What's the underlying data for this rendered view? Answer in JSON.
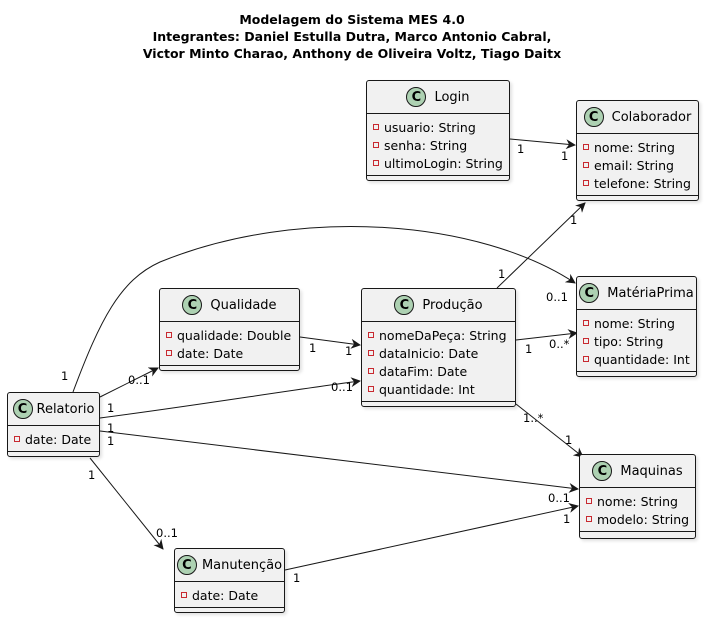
{
  "title": {
    "line1": "Modelagem do Sistema MES 4.0",
    "line2": "Integrantes: Daniel Estulla Dutra, Marco Antonio Cabral,",
    "line3": "Victor Minto Charao, Anthony de Oliveira Voltz, Tiago Daitx"
  },
  "classes": {
    "login": {
      "badge": "C",
      "name": "Login",
      "attrs": [
        "usuario: String",
        "senha: String",
        "ultimoLogin: String"
      ]
    },
    "colaborador": {
      "badge": "C",
      "name": "Colaborador",
      "attrs": [
        "nome: String",
        "email: String",
        "telefone: String"
      ]
    },
    "qualidade": {
      "badge": "C",
      "name": "Qualidade",
      "attrs": [
        "qualidade: Double",
        "date: Date"
      ]
    },
    "producao": {
      "badge": "C",
      "name": "Produção",
      "attrs": [
        "nomeDaPeça: String",
        "dataInicio: Date",
        "dataFim: Date",
        "quantidade: Int"
      ]
    },
    "materiaprima": {
      "badge": "C",
      "name": "MatériaPrima",
      "attrs": [
        "nome: String",
        "tipo: String",
        "quantidade: Int"
      ]
    },
    "relatorio": {
      "badge": "C",
      "name": "Relatorio",
      "attrs": [
        "date: Date"
      ]
    },
    "maquinas": {
      "badge": "C",
      "name": "Maquinas",
      "attrs": [
        "nome: String",
        "modelo: String"
      ]
    },
    "manutencao": {
      "badge": "C",
      "name": "Manutenção",
      "attrs": [
        "date: Date"
      ]
    }
  },
  "multiplicities": {
    "login_colab_src": "1",
    "login_colab_dst": "1",
    "rel_mp_src": "1",
    "rel_mp_dst": "0..1",
    "prod_colab_src": "1",
    "prod_colab_dst": "1",
    "rel_qual_src": "1",
    "rel_qual_dst": "0..1",
    "qual_prod_src": "1",
    "qual_prod_dst": "1",
    "rel_prod_src": "1",
    "rel_prod_dst": "0..1",
    "prod_mp_src": "1",
    "prod_mp_dst": "0..*",
    "prod_maq_src": "1..*",
    "prod_maq_dst": "1",
    "rel_maq_src": "1",
    "rel_maq_dst": "0..1",
    "rel_man_src": "1",
    "rel_man_dst": "0..1",
    "man_maq_src": "1",
    "man_maq_dst": "1"
  }
}
